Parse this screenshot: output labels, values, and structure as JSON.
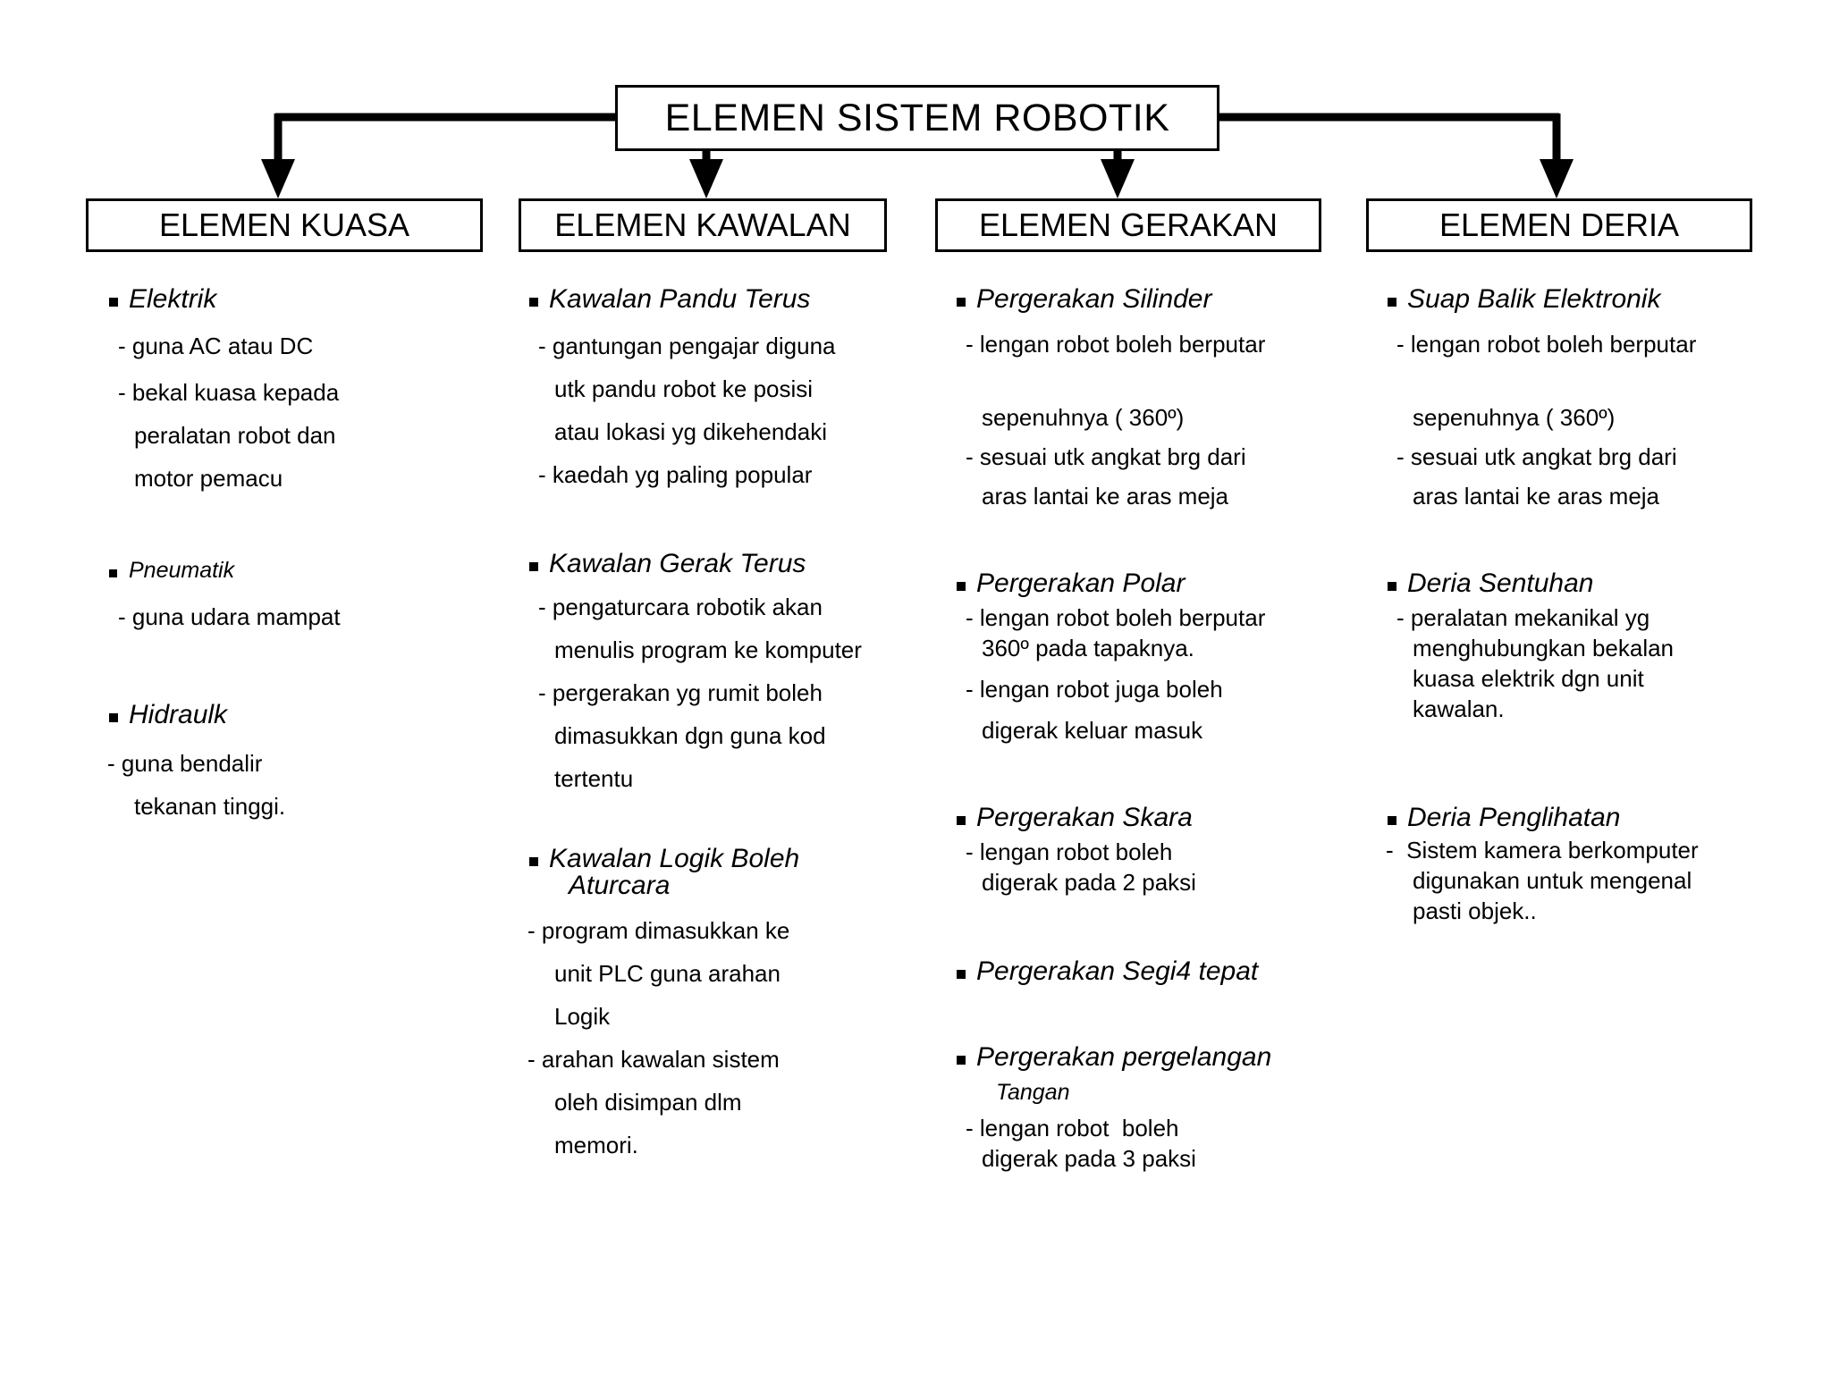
{
  "diagram": {
    "root": {
      "title": "ELEMEN SISTEM ROBOTIK"
    },
    "columns": [
      {
        "id": "elemen-kuasa",
        "header": "ELEMEN KUASA",
        "groups": [
          {
            "title": "Elektrik",
            "title_size": "normal",
            "lines": [
              {
                "text": "- guna AC atau DC",
                "indent": 0,
                "gap": 26
              },
              {
                "text": "- bekal kuasa kepada",
                "indent": 0,
                "gap": 22
              },
              {
                "text": "peralatan robot dan",
                "indent": 1,
                "gap": 22
              },
              {
                "text": "motor pemacu",
                "indent": 1,
                "gap": 0
              }
            ],
            "gap_after": 78,
            "gap_title": 24
          },
          {
            "title": "Pneumatik",
            "title_size": "small",
            "lines": [
              {
                "text": "- guna udara mampat",
                "indent": 0,
                "gap": 0
              }
            ],
            "gap_after": 82,
            "gap_title": 26
          },
          {
            "title": "Hidraulk",
            "title_size": "normal",
            "lines": [
              {
                "text": "- guna bendalir",
                "indent": 3,
                "gap": 22
              },
              {
                "text": "tekanan tinggi.",
                "indent": 1,
                "gap": 0
              }
            ],
            "gap_after": 0,
            "gap_title": 26
          }
        ]
      },
      {
        "id": "elemen-kawalan",
        "header": "ELEMEN KAWALAN",
        "groups": [
          {
            "title": "Kawalan Pandu Terus",
            "title_size": "normal",
            "lines": [
              {
                "text": "- gantungan pengajar diguna",
                "indent": 0,
                "gap": 22
              },
              {
                "text": "utk pandu robot ke posisi",
                "indent": 1,
                "gap": 22
              },
              {
                "text": "atau lokasi yg dikehendaki",
                "indent": 1,
                "gap": 22
              },
              {
                "text": "- kaedah yg paling popular",
                "indent": 0,
                "gap": 0
              }
            ],
            "gap_after": 72,
            "gap_title": 24
          },
          {
            "title": "Kawalan Gerak Terus",
            "title_size": "normal",
            "lines": [
              {
                "text": "- pengaturcara robotik akan",
                "indent": 0,
                "gap": 22
              },
              {
                "text": "menulis program ke komputer",
                "indent": 1,
                "gap": 22
              },
              {
                "text": "- pergerakan yg rumit boleh",
                "indent": 0,
                "gap": 22
              },
              {
                "text": "dimasukkan dgn guna kod",
                "indent": 1,
                "gap": 22
              },
              {
                "text": "tertentu",
                "indent": 1,
                "gap": 0
              }
            ],
            "gap_after": 62,
            "gap_title": 20
          },
          {
            "title": "Kawalan Logik Boleh",
            "title_size": "normal",
            "title2": "Aturcara",
            "lines": [
              {
                "text": "- program dimasukkan ke",
                "indent": 3,
                "gap": 22
              },
              {
                "text": "unit PLC guna arahan",
                "indent": 1,
                "gap": 22
              },
              {
                "text": "Logik",
                "indent": 1,
                "gap": 22
              },
              {
                "text": "- arahan kawalan sistem",
                "indent": 3,
                "gap": 22
              },
              {
                "text": "oleh disimpan dlm",
                "indent": 1,
                "gap": 22
              },
              {
                "text": "memori.",
                "indent": 1,
                "gap": 0
              }
            ],
            "gap_after": 0,
            "gap_title": 22
          }
        ]
      },
      {
        "id": "elemen-gerakan",
        "header": "ELEMEN GERAKAN",
        "groups": [
          {
            "title": "Pergerakan Silinder",
            "title_size": "normal",
            "lines": [
              {
                "text": "- lengan robot boleh berputar",
                "indent": 0,
                "gap": 56
              },
              {
                "text": "sepenuhnya ( 360º)",
                "indent": 1,
                "gap": 18
              },
              {
                "text": "- sesuai utk angkat brg dari",
                "indent": 0,
                "gap": 18
              },
              {
                "text": "aras lantai ke aras meja",
                "indent": 1,
                "gap": 0
              }
            ],
            "gap_after": 70,
            "gap_title": 22
          },
          {
            "title": "Pergerakan Polar",
            "title_size": "normal",
            "lines": [
              {
                "text": "- lengan robot boleh berputar",
                "indent": 0,
                "gap": 8
              },
              {
                "text": "360º pada tapaknya.",
                "indent": 1,
                "gap": 20
              },
              {
                "text": "- lengan robot juga boleh",
                "indent": 0,
                "gap": 20
              },
              {
                "text": "digerak keluar masuk",
                "indent": 1,
                "gap": 0
              }
            ],
            "gap_after": 70,
            "gap_title": 10
          },
          {
            "title": "Pergerakan Skara",
            "title_size": "normal",
            "lines": [
              {
                "text": "- lengan robot boleh",
                "indent": 0,
                "gap": 8
              },
              {
                "text": "digerak pada 2 paksi",
                "indent": 1,
                "gap": 0
              }
            ],
            "gap_after": 72,
            "gap_title": 10
          },
          {
            "title": "Pergerakan Segi4 tepat",
            "title_size": "normal",
            "lines": [],
            "gap_after": 66,
            "gap_title": 0
          },
          {
            "title": "Pergerakan pergelangan",
            "title_size": "normal",
            "tangan": "Tangan",
            "lines": [
              {
                "text": "- lengan robot  boleh",
                "indent": 0,
                "gap": 8
              },
              {
                "text": "digerak pada 3 paksi",
                "indent": 1,
                "gap": 0
              }
            ],
            "gap_after": 0,
            "gap_title": 12
          }
        ]
      },
      {
        "id": "elemen-deria",
        "header": "ELEMEN DERIA",
        "groups": [
          {
            "title": "Suap Balik Elektronik",
            "title_size": "normal",
            "lines": [
              {
                "text": "- lengan robot boleh berputar",
                "indent": 0,
                "gap": 56
              },
              {
                "text": "sepenuhnya ( 360º)",
                "indent": 1,
                "gap": 18
              },
              {
                "text": "- sesuai utk angkat brg dari",
                "indent": 0,
                "gap": 18
              },
              {
                "text": "aras lantai ke aras meja",
                "indent": 1,
                "gap": 0
              }
            ],
            "gap_after": 70,
            "gap_title": 22
          },
          {
            "title": "Deria Sentuhan",
            "title_size": "normal",
            "lines": [
              {
                "text": "- peralatan mekanikal yg",
                "indent": 0,
                "gap": 8
              },
              {
                "text": "menghubungkan bekalan",
                "indent": 1,
                "gap": 8
              },
              {
                "text": "kuasa elektrik dgn unit",
                "indent": 1,
                "gap": 8
              },
              {
                "text": "kawalan.",
                "indent": 1,
                "gap": 0
              }
            ],
            "gap_after": 94,
            "gap_title": 10
          },
          {
            "title": "Deria Penglihatan",
            "title_size": "normal",
            "lines": [
              {
                "text": "-  Sistem kamera berkomputer",
                "indent": 3,
                "gap": 8
              },
              {
                "text": "digunakan untuk mengenal",
                "indent": 1,
                "gap": 8
              },
              {
                "text": "pasti objek..",
                "indent": 1,
                "gap": 0
              }
            ],
            "gap_after": 0,
            "gap_title": 8
          }
        ]
      }
    ],
    "connector_color": "#000000"
  }
}
